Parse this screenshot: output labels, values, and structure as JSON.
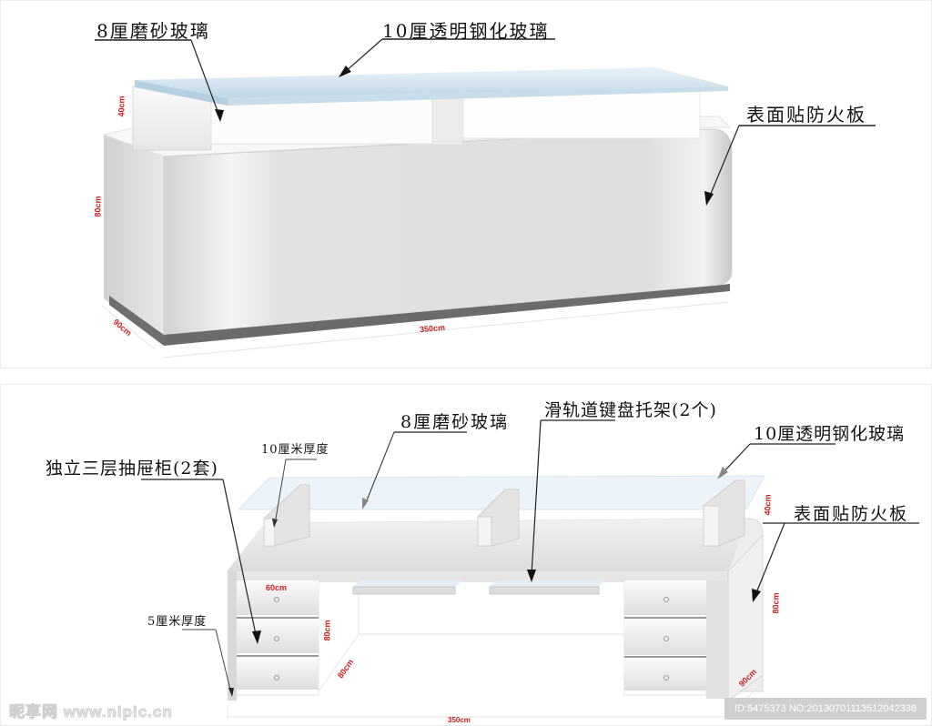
{
  "top_view": {
    "labels": {
      "frosted_glass": "8厘磨砂玻璃",
      "tempered_glass": "10厘透明钢化玻璃",
      "fireproof_board": "表面贴防火板"
    },
    "dimensions": {
      "upper_height": "40cm",
      "lower_height": "80cm",
      "depth": "90cm",
      "width": "350cm"
    }
  },
  "bottom_view": {
    "labels": {
      "frosted_glass": "8厘磨砂玻璃",
      "keyboard_tray": "滑轨道键盘托架(2个)",
      "tempered_glass": "10厘透明钢化玻璃",
      "drawer_cabinet": "独立三层抽屉柜(2套)",
      "thickness_10": "10厘米厚度",
      "thickness_5": "5厘米厚度",
      "fireproof_board": "表面贴防火板"
    },
    "dimensions": {
      "drawer_width": "60cm",
      "drawer_height": "80cm",
      "drawer_depth": "80cm",
      "upper_height": "40cm",
      "side_height": "80cm",
      "side_depth": "90cm",
      "width": "350cm"
    }
  },
  "watermark": {
    "site": "昵享网 www.nipic.cn",
    "id_text": "ID:5475373 NO:20130701113512042338"
  }
}
